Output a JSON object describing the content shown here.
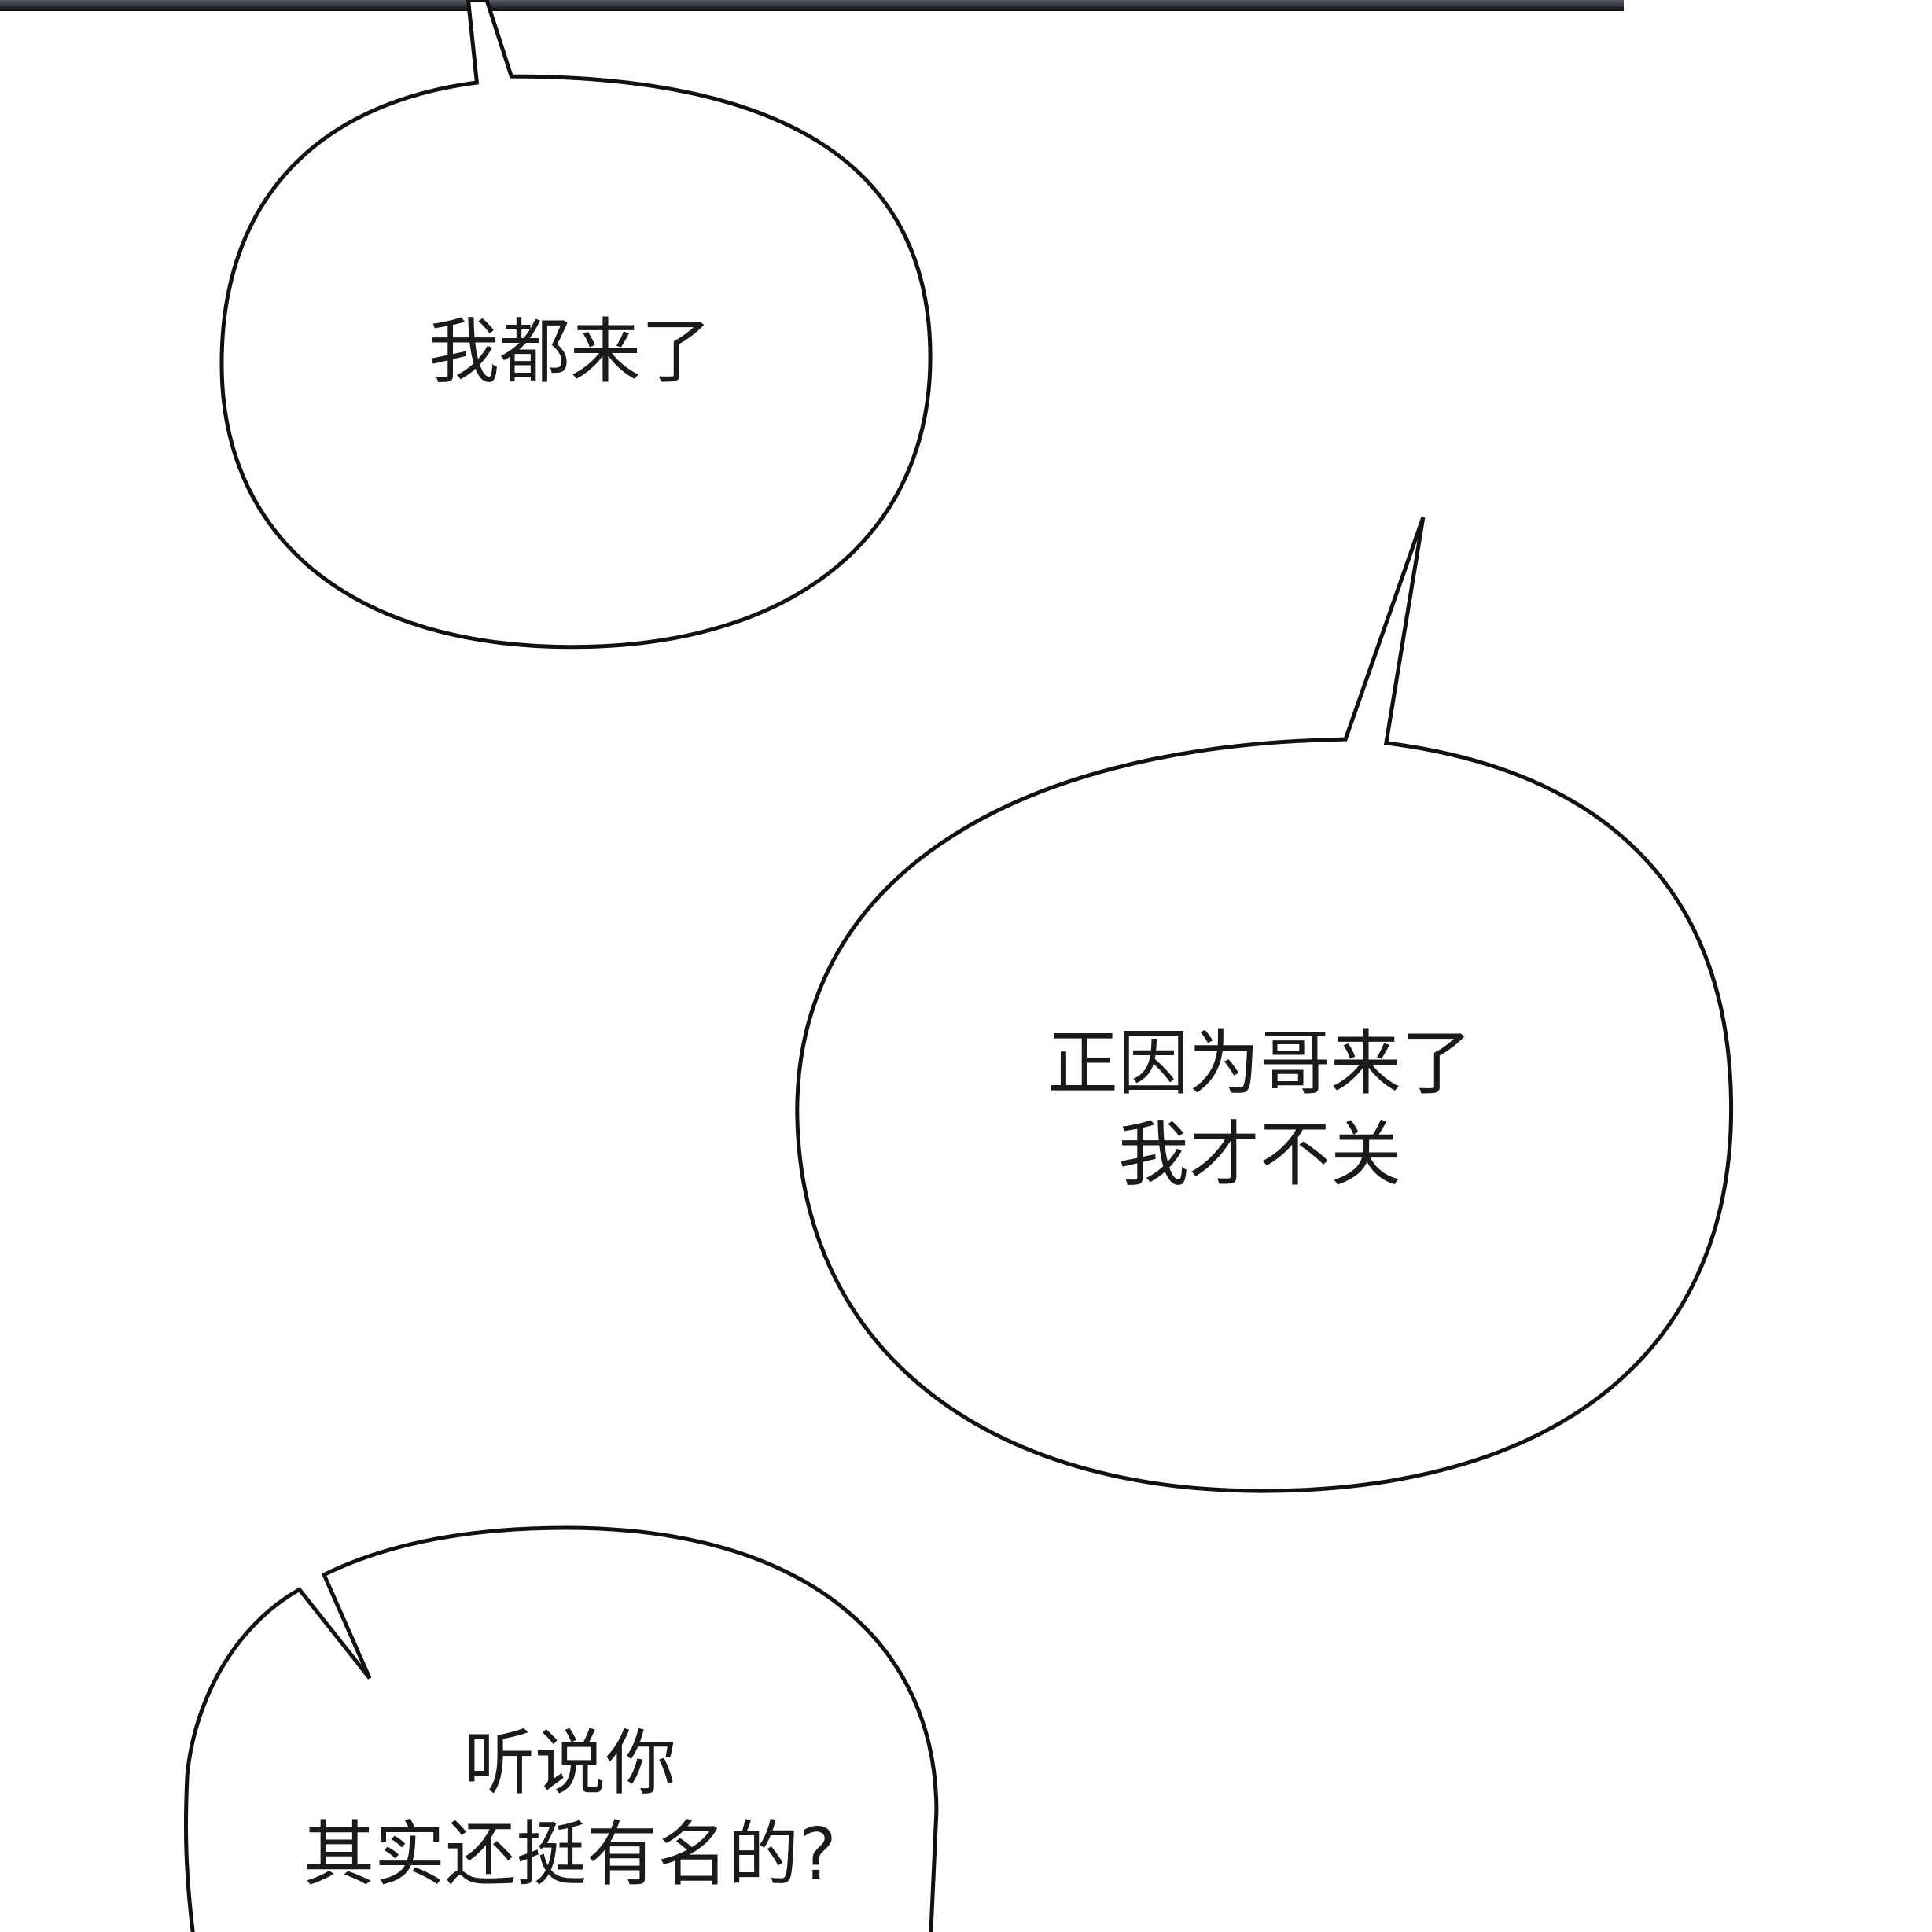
{
  "bubbles": [
    {
      "lines": [
        "我都来了"
      ]
    },
    {
      "lines": [
        "正因为哥来了",
        "我才不关"
      ]
    },
    {
      "lines": [
        "听说你",
        "其实还挺有名的?"
      ]
    }
  ],
  "colors": {
    "ink": "#111111",
    "background": "#ffffff"
  }
}
